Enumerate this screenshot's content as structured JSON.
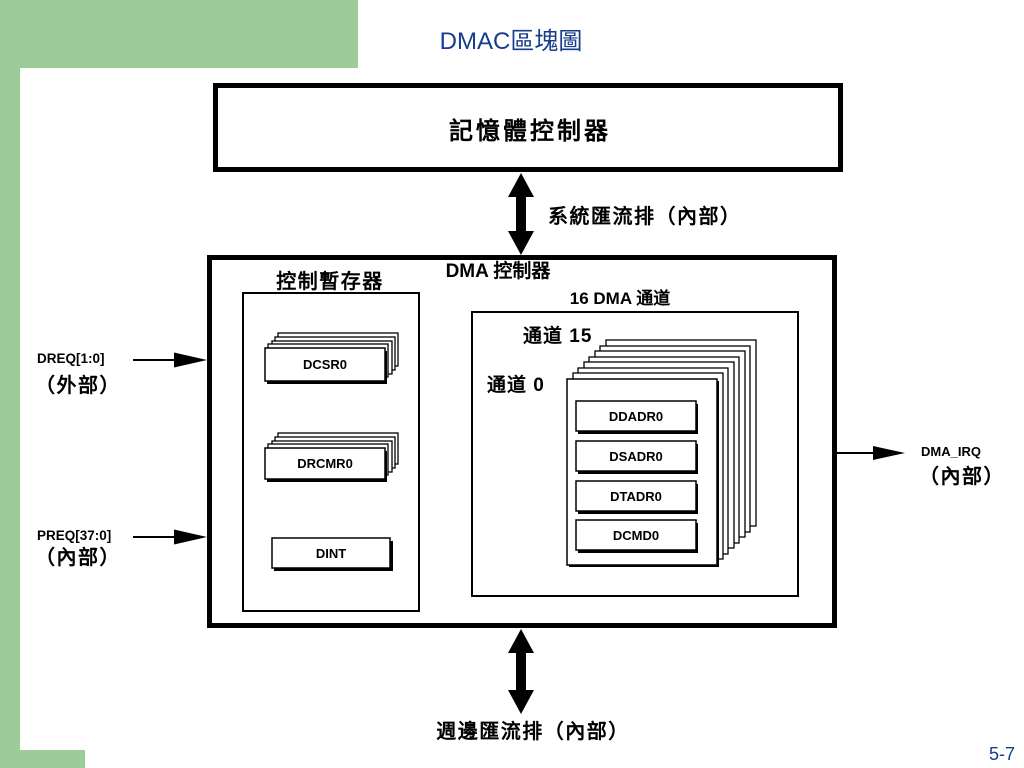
{
  "slide": {
    "title": "DMAC區塊圖",
    "page_number": "5-7",
    "colors": {
      "accent": "#9ccc98",
      "title": "#163c8e"
    }
  },
  "diagram": {
    "memory_controller": "記憶體控制器",
    "system_bus": "系統匯流排（內部）",
    "dma_controller": "DMA 控制器",
    "control_registers": {
      "title": "控制暫存器",
      "registers": [
        "DCSR0",
        "DRCMR0",
        "DINT"
      ]
    },
    "channels": {
      "title": "16 DMA 通道",
      "last_label": "通道 15",
      "first_label": "通道 0",
      "registers": [
        "DDADR0",
        "DSADR0",
        "DTADR0",
        "DCMD0"
      ]
    },
    "inputs": [
      {
        "signal": "DREQ[1:0]",
        "scope": "（外部）"
      },
      {
        "signal": "PREQ[37:0]",
        "scope": "（內部）"
      }
    ],
    "output": {
      "signal": "DMA_IRQ",
      "scope": "（內部）"
    },
    "peripheral_bus": "週邊匯流排（內部）"
  }
}
